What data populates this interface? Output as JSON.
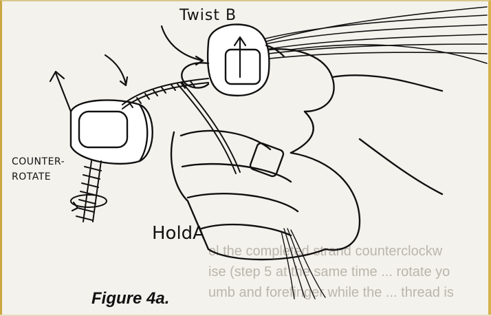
{
  "figure": {
    "labels": {
      "twist": "Twist B",
      "counter_line1": "Counter-",
      "counter_line2": "Rotate",
      "hold": "HoldA"
    },
    "caption": "Figure 4a.",
    "background_text": [
      "el the completed strand counterclockw",
      "ise (step 5 at the same time ... rotate yo",
      "umb and forefinger while the ... thread is"
    ]
  }
}
